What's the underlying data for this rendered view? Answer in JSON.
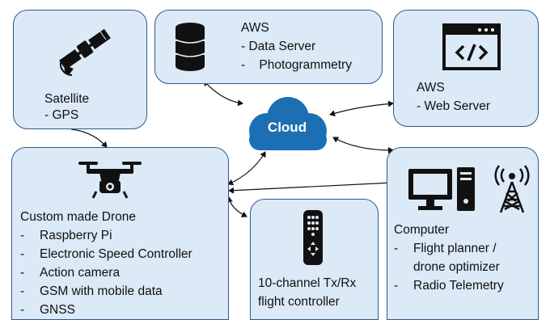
{
  "satellite": {
    "title": "Satellite",
    "lines": [
      "- GPS"
    ]
  },
  "aws_data": {
    "title": "AWS",
    "lines": [
      "- Data Server",
      "-    Photogrammetry"
    ]
  },
  "aws_web": {
    "title": "AWS",
    "lines": [
      "- Web Server"
    ]
  },
  "cloud": {
    "label": "Cloud"
  },
  "drone": {
    "title": "Custom made Drone",
    "bullets": [
      "Raspberry Pi",
      "Electronic Speed Controller",
      "Action camera",
      "GSM with mobile data",
      "GNSS"
    ]
  },
  "controller": {
    "lines": [
      "10-channel Tx/Rx",
      "flight controller"
    ]
  },
  "computer": {
    "title": "Computer",
    "bullets": [
      "Flight planner /",
      "drone optimizer",
      "Radio Telemetry"
    ],
    "bullet_marks": [
      "-",
      "",
      "-"
    ]
  },
  "icons": [
    "satellite-icon",
    "database-icon",
    "web-code-icon",
    "cloud-icon",
    "drone-icon",
    "remote-control-icon",
    "desktop-computer-icon",
    "radio-tower-icon"
  ],
  "colors": {
    "box_fill": "#dce9f6",
    "box_border": "#2e5b8a",
    "cloud_fill": "#1d6fb3",
    "icon": "#111111"
  }
}
